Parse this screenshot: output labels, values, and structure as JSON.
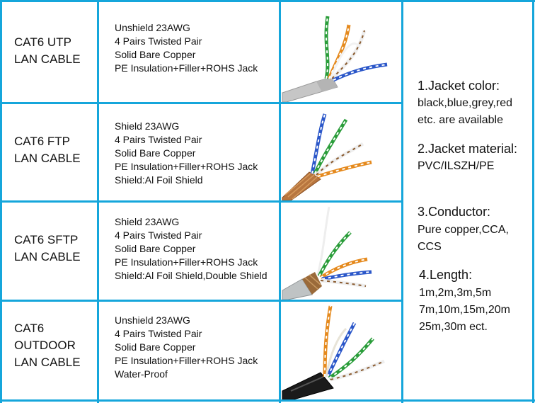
{
  "products": [
    {
      "name_lines": [
        "CAT6 UTP",
        "LAN CABLE"
      ],
      "specs": [
        "Unshield 23AWG",
        "4 Pairs Twisted Pair",
        "Solid Bare Copper",
        "PE Insulation+Filler+ROHS Jack"
      ],
      "photo_icon": "utp-cable-photo",
      "jacket_color": "#c6c6c6"
    },
    {
      "name_lines": [
        "CAT6 FTP",
        "LAN CABLE"
      ],
      "specs": [
        "Shield 23AWG",
        "4 Pairs Twisted Pair",
        "Solid Bare Copper",
        "PE Insulation+Filler+ROHS Jack",
        "Shield:Al Foil Shield"
      ],
      "photo_icon": "ftp-cable-photo",
      "jacket_color": "#b8763f"
    },
    {
      "name_lines": [
        "CAT6 SFTP",
        "LAN CABLE"
      ],
      "specs": [
        "Shield 23AWG",
        "4 Pairs Twisted Pair",
        "Solid Bare Copper",
        "PE Insulation+Filler+ROHS Jack",
        "Shield:Al Foil Shield,Double Shield"
      ],
      "photo_icon": "sftp-cable-photo",
      "jacket_color": "#bfc3c4"
    },
    {
      "name_lines": [
        "CAT6",
        "OUTDOOR",
        "LAN CABLE"
      ],
      "specs": [
        "Unshield 23AWG",
        "4 Pairs Twisted Pair",
        "Solid Bare Copper",
        "PE Insulation+Filler+ROHS Jack",
        "Water-Proof"
      ],
      "photo_icon": "outdoor-cable-photo",
      "jacket_color": "#1b1b1b"
    }
  ],
  "notes": {
    "jacket_color": {
      "title": "1.Jacket color:",
      "lines": [
        "black,blue,grey,red",
        "etc. are available"
      ]
    },
    "jacket_material": {
      "title": "2.Jacket material:",
      "lines": [
        "PVC/ILSZH/PE"
      ]
    },
    "conductor": {
      "title": "3.Conductor:",
      "lines": [
        "Pure copper,CCA,",
        "CCS"
      ]
    },
    "length": {
      "title": "4.Length:",
      "lines": [
        "1m,2m,3m,5m",
        "7m,10m,15m,20m",
        "25m,30m ect."
      ]
    }
  },
  "colors": {
    "grid": "#15a6db"
  }
}
